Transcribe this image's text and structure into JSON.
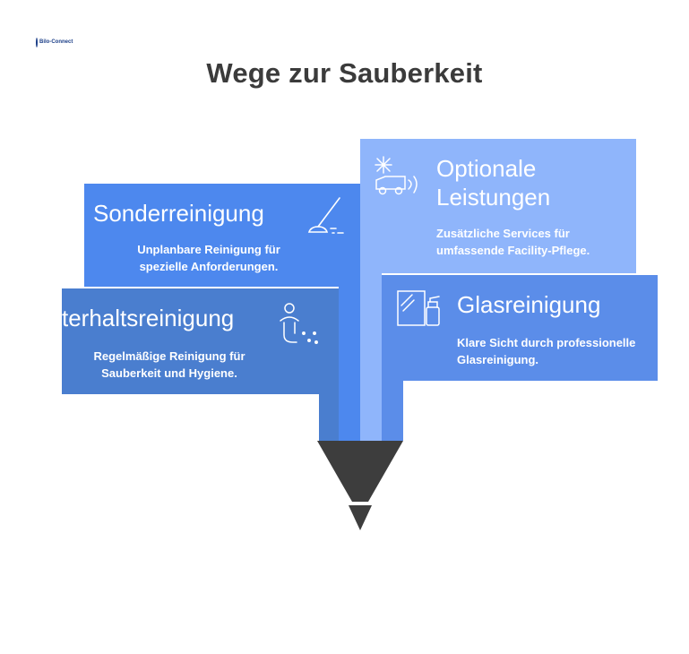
{
  "logo": {
    "text": "Bilo-Connect"
  },
  "title": "Wege zur Sauberkeit",
  "colors": {
    "sonder": "#4d88ee",
    "optional": "#8fb5fb",
    "unterhalt": "#4a7ecf",
    "glas": "#5b8de9",
    "funnel": "#3d3d3d"
  },
  "blocks": {
    "sonder": {
      "heading": "Sonderreinigung",
      "desc": "Unplanbare Reinigung für spezielle Anforderungen.",
      "icon": "mop-icon"
    },
    "optional": {
      "heading_line1": "Optionale",
      "heading_line2": "Leistungen",
      "desc": "Zusätzliche Services für umfassende Facility-Pflege.",
      "icon": "snow-vehicle-icon"
    },
    "unterhalt": {
      "heading": "terhaltsreinigung",
      "desc": "Regelmäßige Reinigung für Sauberkeit und Hygiene.",
      "icon": "cleaner-person-icon"
    },
    "glas": {
      "heading": "Glasreinigung",
      "desc": "Klare Sicht durch professionelle Glasreinigung.",
      "icon": "window-spray-icon"
    }
  }
}
